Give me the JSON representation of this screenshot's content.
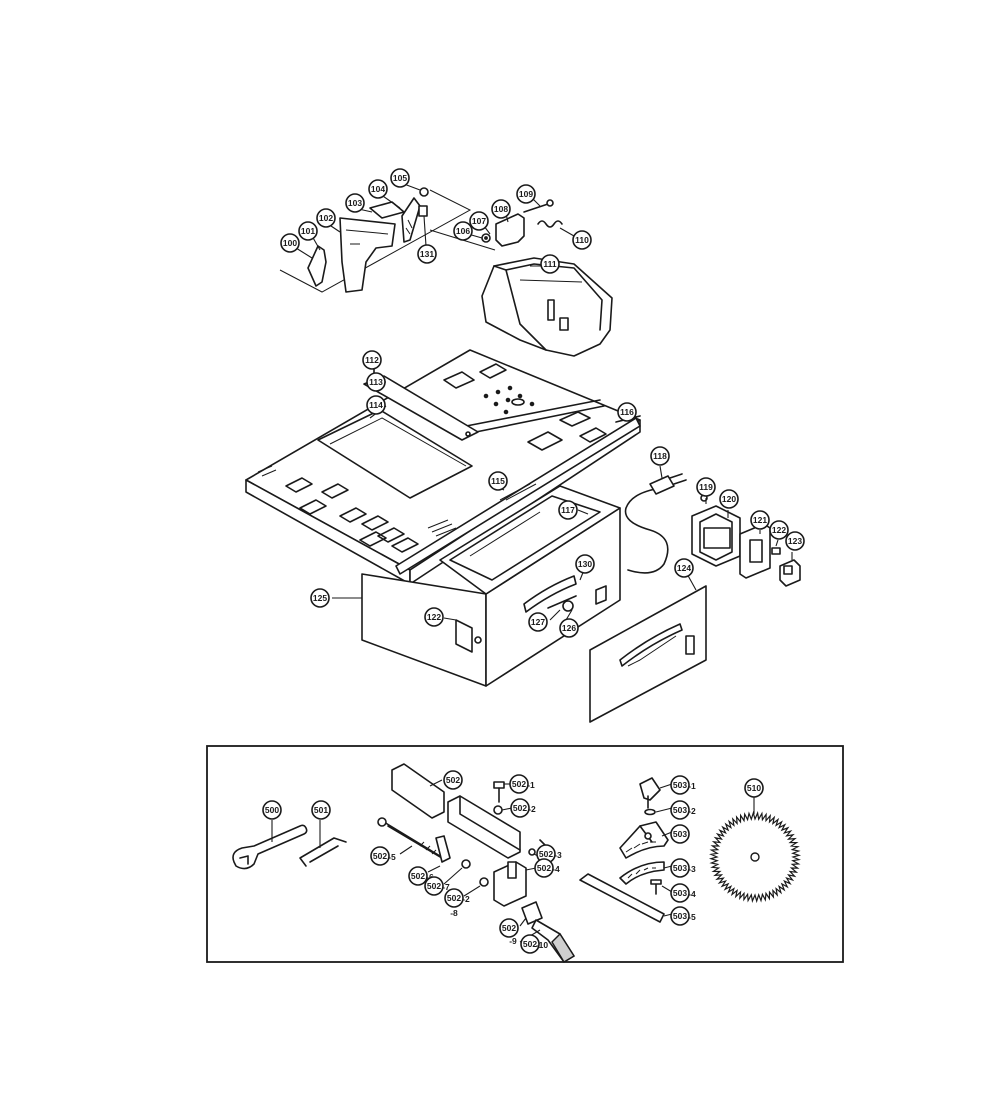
{
  "callouts": [
    {
      "id": "c100",
      "number": "100",
      "suffix": ""
    },
    {
      "id": "c101",
      "number": "101",
      "suffix": ""
    },
    {
      "id": "c102",
      "number": "102",
      "suffix": ""
    },
    {
      "id": "c103",
      "number": "103",
      "suffix": ""
    },
    {
      "id": "c104",
      "number": "104",
      "suffix": ""
    },
    {
      "id": "c105a",
      "number": "105",
      "suffix": ""
    },
    {
      "id": "c106",
      "number": "106",
      "suffix": ""
    },
    {
      "id": "c107",
      "number": "107",
      "suffix": ""
    },
    {
      "id": "c108",
      "number": "108",
      "suffix": ""
    },
    {
      "id": "c109",
      "number": "109",
      "suffix": ""
    },
    {
      "id": "c110",
      "number": "110",
      "suffix": ""
    },
    {
      "id": "c111",
      "number": "111",
      "suffix": ""
    },
    {
      "id": "c112",
      "number": "112",
      "suffix": ""
    },
    {
      "id": "c113",
      "number": "113",
      "suffix": ""
    },
    {
      "id": "c114",
      "number": "114",
      "suffix": ""
    },
    {
      "id": "c115",
      "number": "115",
      "suffix": ""
    },
    {
      "id": "c116",
      "number": "116",
      "suffix": ""
    },
    {
      "id": "c117",
      "number": "117",
      "suffix": ""
    },
    {
      "id": "c118",
      "number": "118",
      "suffix": ""
    },
    {
      "id": "c119",
      "number": "119",
      "suffix": ""
    },
    {
      "id": "c120",
      "number": "120",
      "suffix": ""
    },
    {
      "id": "c121",
      "number": "121",
      "suffix": ""
    },
    {
      "id": "c122a",
      "number": "122",
      "suffix": ""
    },
    {
      "id": "c122b",
      "number": "122",
      "suffix": ""
    },
    {
      "id": "c123",
      "number": "123",
      "suffix": ""
    },
    {
      "id": "c124",
      "number": "124",
      "suffix": ""
    },
    {
      "id": "c125",
      "number": "125",
      "suffix": ""
    },
    {
      "id": "c126",
      "number": "126",
      "suffix": ""
    },
    {
      "id": "c127",
      "number": "127",
      "suffix": ""
    },
    {
      "id": "c130",
      "number": "130",
      "suffix": ""
    },
    {
      "id": "c131",
      "number": "131",
      "suffix": ""
    },
    {
      "id": "c500",
      "number": "500",
      "suffix": ""
    },
    {
      "id": "c501",
      "number": "501",
      "suffix": ""
    },
    {
      "id": "c502",
      "number": "502",
      "suffix": ""
    },
    {
      "id": "c502_1",
      "number": "502",
      "suffix": "-1"
    },
    {
      "id": "c502_2a",
      "number": "502",
      "suffix": "-2"
    },
    {
      "id": "c502_2b",
      "number": "502",
      "suffix": "-2"
    },
    {
      "id": "c502_3",
      "number": "502",
      "suffix": "-3"
    },
    {
      "id": "c502_4",
      "number": "502",
      "suffix": "-4"
    },
    {
      "id": "c502_5",
      "number": "502",
      "suffix": "-5"
    },
    {
      "id": "c502_6",
      "number": "502",
      "suffix": "-6"
    },
    {
      "id": "c502_7",
      "number": "502",
      "suffix": "-7"
    },
    {
      "id": "c502_8",
      "number": "502",
      "suffix": "-8"
    },
    {
      "id": "c502_9",
      "number": "502",
      "suffix": "-9"
    },
    {
      "id": "c502_10",
      "number": "502",
      "suffix": "-10"
    },
    {
      "id": "c503",
      "number": "503",
      "suffix": ""
    },
    {
      "id": "c503_1",
      "number": "503",
      "suffix": "-1"
    },
    {
      "id": "c503_2",
      "number": "503",
      "suffix": "-2"
    },
    {
      "id": "c503_3",
      "number": "503",
      "suffix": "-3"
    },
    {
      "id": "c503_4",
      "number": "503",
      "suffix": "-4"
    },
    {
      "id": "c503_5",
      "number": "503",
      "suffix": "-5"
    },
    {
      "id": "c510",
      "number": "510",
      "suffix": ""
    }
  ]
}
